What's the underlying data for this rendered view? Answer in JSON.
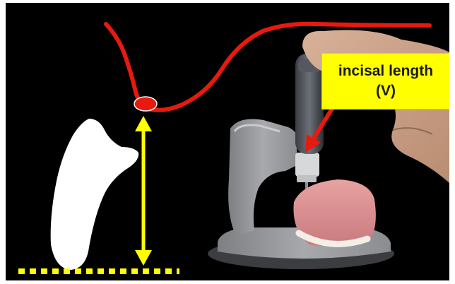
{
  "callout": {
    "line1": "incisal length",
    "line2": "(V)"
  },
  "colors": {
    "background": "#000000",
    "curve": "#e8190e",
    "guide": "#ffff00",
    "callout_fill": "#ffff00",
    "tooth": "#ffffff"
  },
  "icons": {
    "curve": "red-smile-curve",
    "marker": "red-ellipse-marker",
    "arrow": "yellow-double-arrow",
    "baseline": "yellow-dotted-line",
    "tooth": "tooth-silhouette",
    "photo": "denture-measuring-device-photo"
  }
}
